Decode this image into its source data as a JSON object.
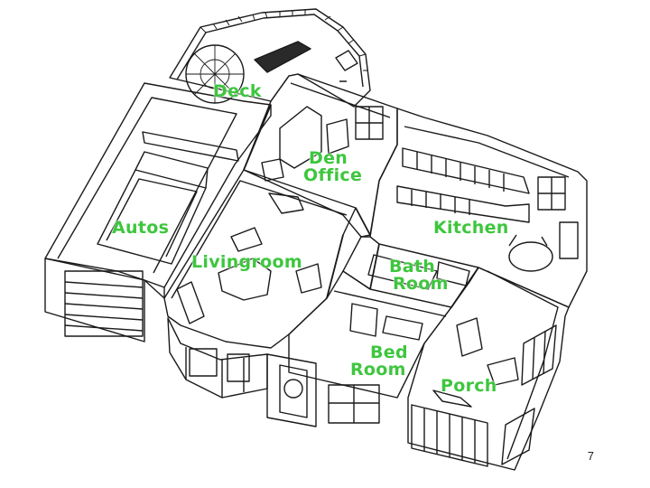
{
  "rooms": {
    "deck": "Deck",
    "den_office": [
      "Den",
      "Office"
    ],
    "autos": "Autos",
    "kitchen": "Kitchen",
    "livingroom": "Livingroom",
    "bath_room": [
      "Bath",
      "Room"
    ],
    "bed_room": [
      "Bed",
      "Room"
    ],
    "porch": "Porch"
  },
  "page_number": "7",
  "colors": {
    "label": "#3ec63e",
    "line": "#1a1a1a",
    "background": "#ffffff"
  }
}
